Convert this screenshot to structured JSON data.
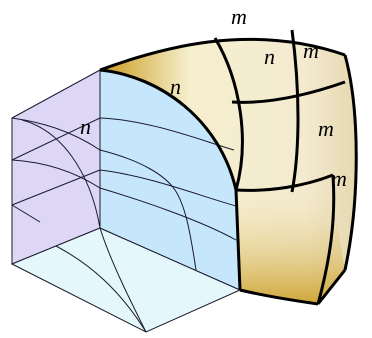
{
  "labels": {
    "top_m": "m",
    "top_n": "n",
    "mid_m": "m",
    "face_n": "n",
    "left_n": "n",
    "right_m": "m",
    "right_lower_m": "m"
  },
  "colors": {
    "left_face": "#ddd6f5",
    "front_face": "#c6e6fb",
    "bottom_face": "#e4f7fa",
    "curved_surface_light": "#f7f0d2",
    "curved_surface_dark": "#c79a1e",
    "lines": "#1a1a2e",
    "outline": "#000000"
  }
}
